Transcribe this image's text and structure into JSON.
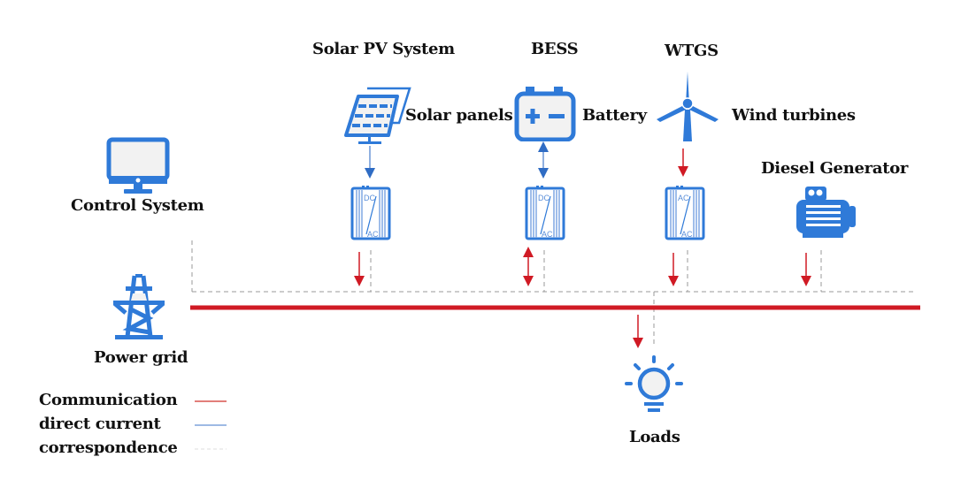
{
  "colors": {
    "blue": "#2f7ad8",
    "icon_fill": "#f2f2f2",
    "red": "#d01a24",
    "dc_line": "#6b95d6",
    "dashed": "#999999"
  },
  "nodes": {
    "solar_pv": {
      "group_label": "Solar PV System",
      "device_label": "Solar panels",
      "inverter_top": "DC",
      "inverter_bottom": "AC",
      "icon": "solar-panel-icon"
    },
    "bess": {
      "group_label": "BESS",
      "device_label": "Battery",
      "inverter_top": "DC",
      "inverter_bottom": "AC",
      "icon": "battery-icon"
    },
    "wtgs": {
      "group_label": "WTGS",
      "device_label": "Wind turbines",
      "inverter_top": "AC",
      "inverter_bottom": "AC",
      "icon": "wind-turbine-icon"
    },
    "diesel": {
      "label": "Diesel Generator",
      "icon": "generator-icon"
    },
    "control": {
      "label": "Control System",
      "icon": "monitor-icon"
    },
    "grid": {
      "label": "Power grid",
      "icon": "transmission-tower-icon"
    },
    "loads": {
      "label": "Loads",
      "icon": "light-bulb-icon"
    }
  },
  "legend": [
    {
      "label": "Communication",
      "style": "red-solid"
    },
    {
      "label": "direct current",
      "style": "blue-solid"
    },
    {
      "label": "correspondence",
      "style": "grey-dashed"
    }
  ]
}
